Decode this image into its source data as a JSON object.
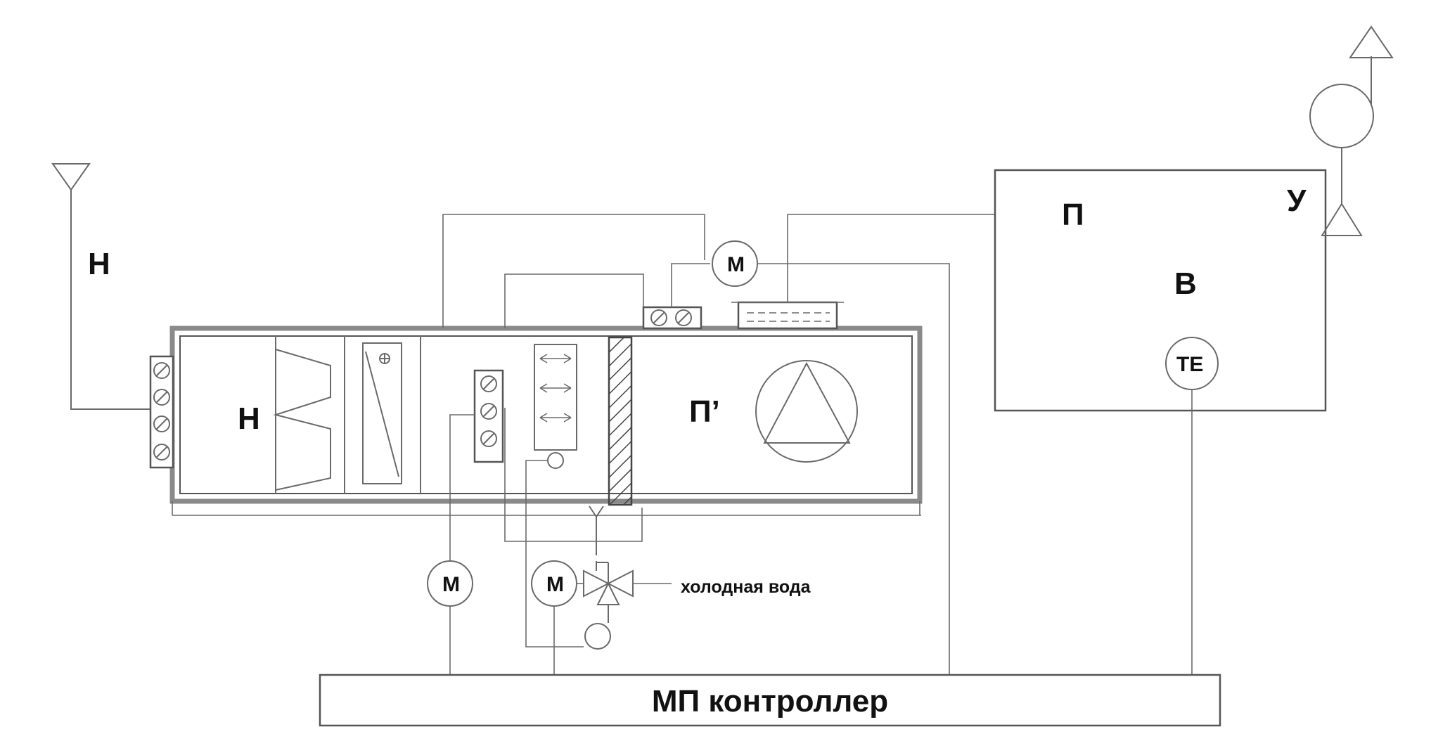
{
  "labels": {
    "outdoor_air": "Н",
    "intake_section": "Н",
    "supply_section": "П’",
    "supply_air": "П",
    "room": "В",
    "exhaust": "У",
    "temperature_sensor": "TE",
    "motor": "М",
    "cold_water": "холодная вода",
    "controller": "МП контроллер"
  }
}
